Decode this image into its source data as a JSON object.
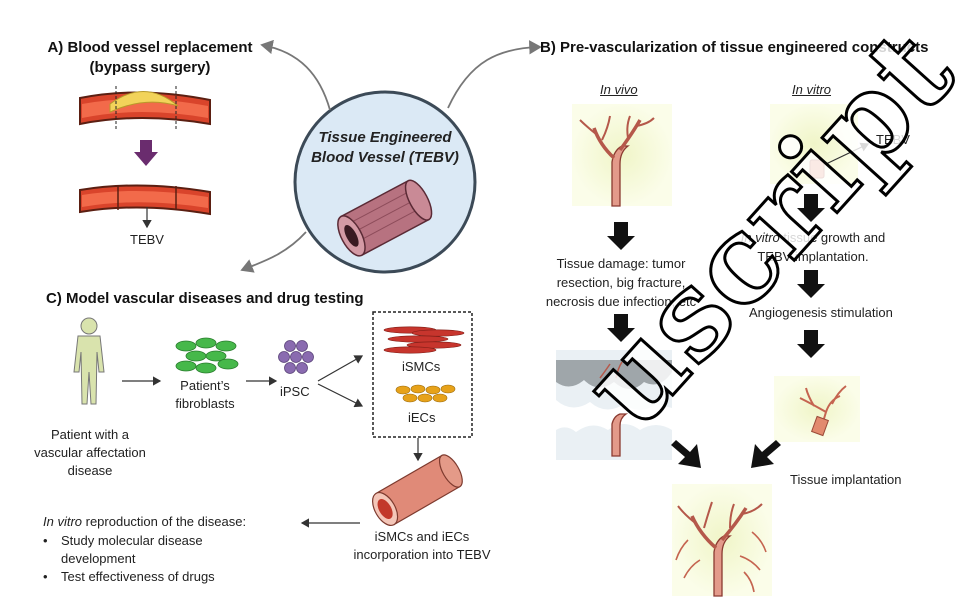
{
  "center": {
    "line1": "Tissue Engineered",
    "line2": "Blood Vessel (TEBV)"
  },
  "section_a": {
    "title_line1": "A) Blood vessel replacement",
    "title_line2": "(bypass surgery)",
    "tebv_label": "TEBV"
  },
  "section_b": {
    "title": "B) Pre-vascularization of tissue engineered constructs",
    "in_vivo": "In vivo",
    "in_vitro": "In vitro",
    "tebv_label": "TEBV",
    "damage_lines": [
      "Tissue damage: tumor",
      "resection, big fracture,",
      "necrosis due infection, etc"
    ],
    "growth_italic": "In vitro",
    "growth_rest": " tissue growth and",
    "growth_line2": "TEBV implantation.",
    "angio": "Angiogenesis stimulation",
    "implantation": "Tissue implantation"
  },
  "section_c": {
    "title": "C) Model vascular diseases and drug testing",
    "patient_lines": [
      "Patient with a",
      "vascular affectation",
      "disease"
    ],
    "fibroblasts_lines": [
      "Patient’s",
      "fibroblasts"
    ],
    "ipsc": "iPSC",
    "ismcs": "iSMCs",
    "iecs": "iECs",
    "incorporation_lines": [
      "iSMCs and iECs",
      "incorporation into TEBV"
    ],
    "repro_italic": "In vitro",
    "repro_rest": " reproduction of the disease:",
    "bullets": [
      "Study molecular disease",
      "development",
      "Test effectiveness  of drugs"
    ]
  },
  "watermark": "uscript",
  "colors": {
    "vessel_red": "#d9442b",
    "plaque": "#f2d35a",
    "tissue_bg": "#f3f7d2",
    "cell_green": "#46b84a",
    "ipsc_purple": "#8a6bb0",
    "iec_yellow": "#e7a21a",
    "arrow_purple": "#6a2c6e",
    "center_fill": "#dbe9f5"
  }
}
